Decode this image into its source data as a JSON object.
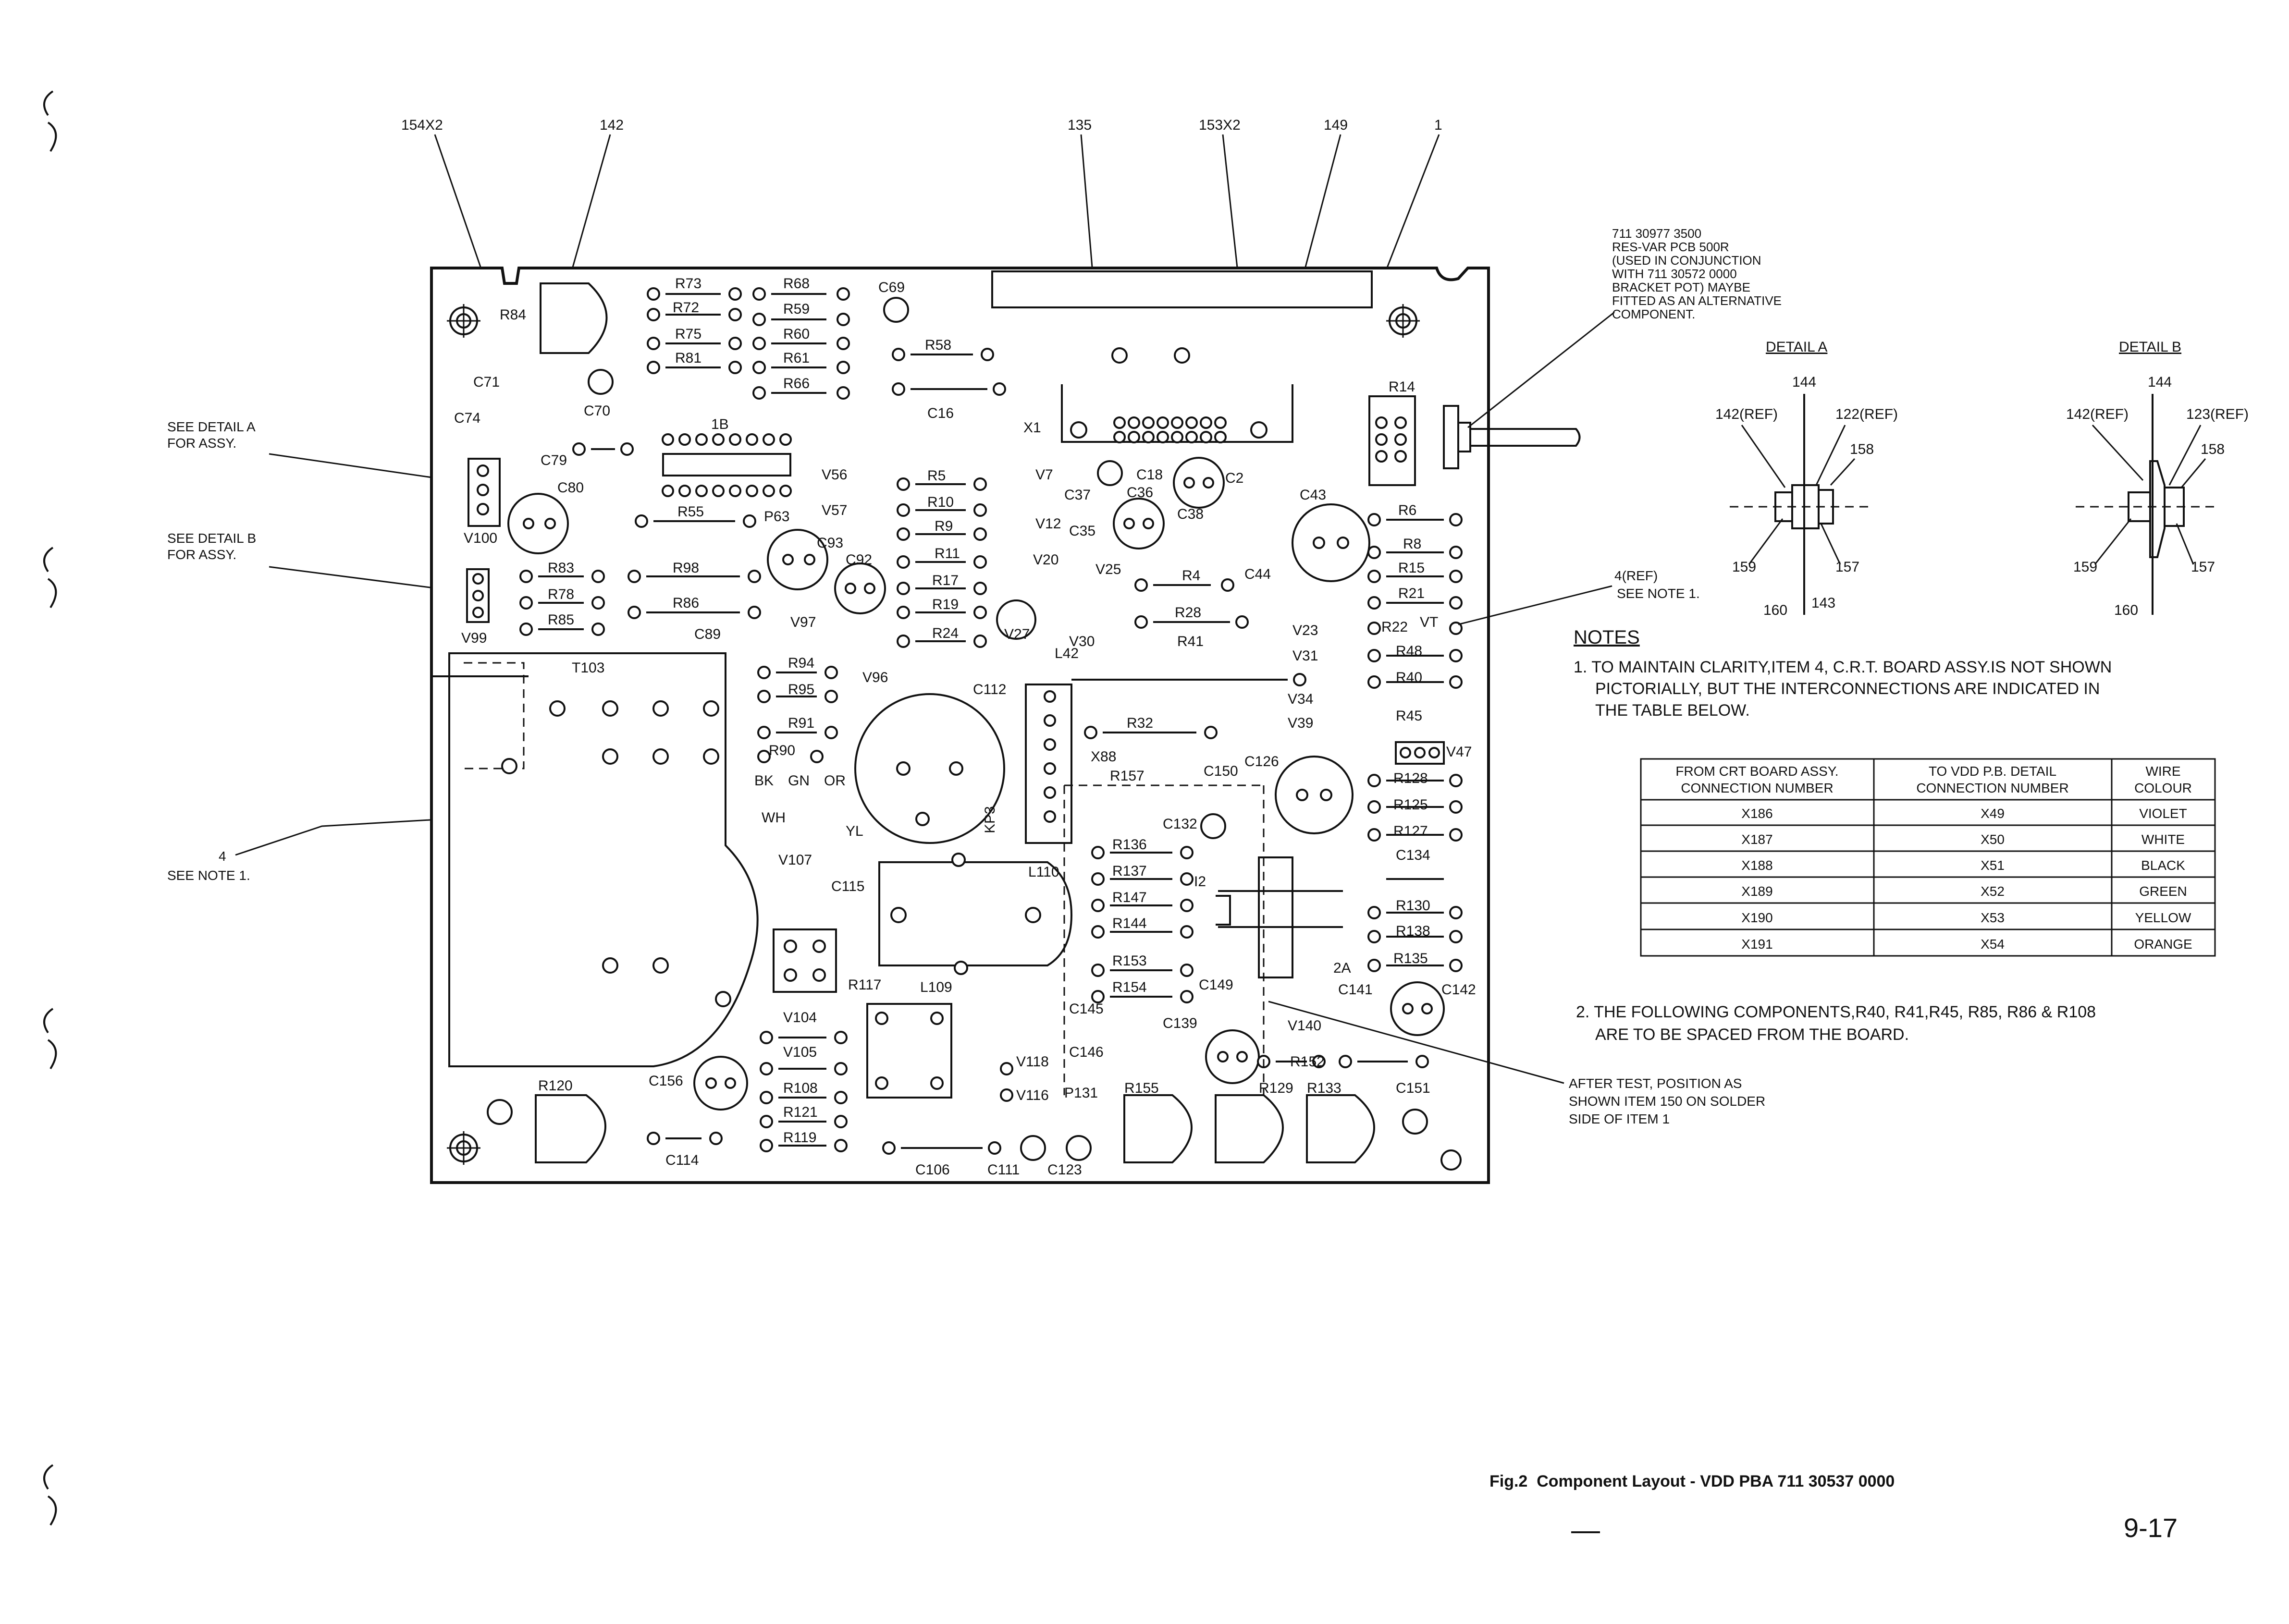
{
  "callouts_top": [
    "154X2",
    "142",
    "135",
    "153X2",
    "149",
    "1"
  ],
  "callouts_left": [
    "SEE DETAIL A",
    "FOR ASSY.",
    "SEE DETAIL B",
    "FOR ASSY.",
    "4",
    "SEE NOTE 1."
  ],
  "alt_component_note": [
    "711 30977 3500",
    "RES-VAR PCB 500R",
    "(USED IN CONJUNCTION",
    "WITH 711 30572 0000",
    "BRACKET POT) MAYBE",
    "FITTED AS AN ALTERNATIVE",
    "COMPONENT."
  ],
  "detail_a": {
    "title": "DETAIL A",
    "labels": [
      "144",
      "142(REF)",
      "122(REF)",
      "158",
      "159",
      "157",
      "160",
      "143"
    ]
  },
  "detail_b": {
    "title": "DETAIL B",
    "labels": [
      "144",
      "142(REF)",
      "123(REF)",
      "158",
      "159",
      "157",
      "160"
    ]
  },
  "ref_note": [
    "4(REF)",
    "SEE NOTE 1."
  ],
  "notes": {
    "heading": "NOTES",
    "note1": [
      "1. TO MAINTAIN CLARITY,ITEM 4, C.R.T. BOARD ASSY.IS NOT SHOWN",
      "PICTORIALLY, BUT THE INTERCONNECTIONS ARE INDICATED IN",
      "THE TABLE BELOW."
    ],
    "note2": [
      "2. THE FOLLOWING COMPONENTS,R40, R41,R45, R85, R86 & R108",
      "ARE TO BE SPACED FROM THE BOARD."
    ]
  },
  "table": {
    "headers": [
      [
        "FROM CRT BOARD ASSY.",
        "CONNECTION NUMBER"
      ],
      [
        "TO VDD P.B. DETAIL",
        "CONNECTION NUMBER"
      ],
      [
        "WIRE",
        "COLOUR"
      ]
    ],
    "rows": [
      [
        "X186",
        "X49",
        "VIOLET"
      ],
      [
        "X187",
        "X50",
        "WHITE"
      ],
      [
        "X188",
        "X51",
        "BLACK"
      ],
      [
        "X189",
        "X52",
        "GREEN"
      ],
      [
        "X190",
        "X53",
        "YELLOW"
      ],
      [
        "X191",
        "X54",
        "ORANGE"
      ]
    ]
  },
  "after_test_note": [
    "AFTER TEST, POSITION AS",
    "SHOWN ITEM 150 ON SOLDER",
    "SIDE OF ITEM 1"
  ],
  "caption": "Fig.2  Component Layout - VDD PBA 711 30537 0000",
  "page_number": "9-17",
  "board_labels": {
    "top_row": [
      "R73",
      "R72",
      "R75",
      "R81",
      "R68",
      "R59",
      "R60",
      "R61",
      "R66",
      "C69",
      "R58",
      "C16",
      "X1",
      "R14"
    ],
    "left": [
      "R84",
      "C71",
      "C70",
      "C74",
      "1B",
      "C79",
      "C80",
      "V100",
      "R55",
      "P63",
      "C93",
      "R83",
      "R78",
      "R85",
      "V99",
      "R98",
      "R86",
      "C89",
      "T103",
      "C92"
    ],
    "middle": [
      "V56",
      "V57",
      "R5",
      "R10",
      "R9",
      "R11",
      "R17",
      "R19",
      "R24",
      "V7",
      "V12",
      "V20",
      "V27",
      "C18",
      "C37",
      "C36",
      "C35",
      "V25",
      "C2",
      "C38",
      "R4",
      "R28",
      "R41",
      "V30",
      "L42",
      "V97",
      "V96",
      "R94",
      "R95",
      "R91",
      "R90",
      "BK",
      "GN",
      "OR",
      "WH",
      "YL",
      "C112",
      "R32",
      "X88",
      "R157",
      "C150",
      "C126",
      "KP3"
    ],
    "right": [
      "C43",
      "R6",
      "R8",
      "R15",
      "R21",
      "C44",
      "V23",
      "V31",
      "R22",
      "VT",
      "R48",
      "R40",
      "V34",
      "V39",
      "R45",
      "V47",
      "R128",
      "R125",
      "R127",
      "C134",
      "R130",
      "R138",
      "R135",
      "C142",
      "2A",
      "C141"
    ],
    "bottom": [
      "V107",
      "C115",
      "L110",
      "R136",
      "R137",
      "R147",
      "R144",
      "R153",
      "R154",
      "I2",
      "C132",
      "C149",
      "C139",
      "V140",
      "R152",
      "R117",
      "L109",
      "C145",
      "C146",
      "V104",
      "V105",
      "R108",
      "R121",
      "R119",
      "V118",
      "V116",
      "P131",
      "R155",
      "R129",
      "R133",
      "C151",
      "R120",
      "C156",
      "C114",
      "C106",
      "C111",
      "C123"
    ]
  }
}
